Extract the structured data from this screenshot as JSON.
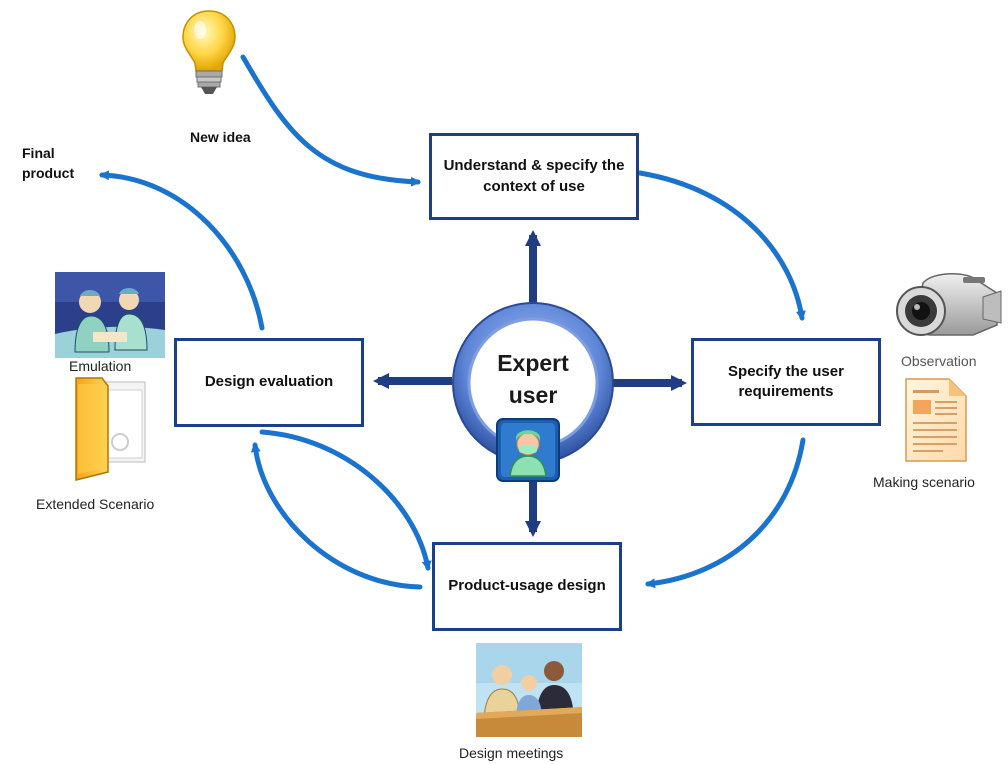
{
  "colors": {
    "flow_arrow": "#1a73cf",
    "spoke": "#1f3d80",
    "box_border": "#1c3f8a",
    "ring": "#5f86d8"
  },
  "center": {
    "line1": "Expert",
    "line2": "user",
    "icon": "surgeon-icon"
  },
  "boxes": {
    "context": "Understand & specify the context of use",
    "requirements": "Specify the user requirements",
    "usage_design": "Product-usage design",
    "evaluation": "Design evaluation"
  },
  "labels": {
    "new_idea": "New idea",
    "final_product": "Final product",
    "emulation": "Emulation",
    "extended_scenario": "Extended Scenario",
    "observation": "Observation",
    "making_scenario": "Making scenario",
    "design_meetings": "Design meetings"
  },
  "icons": {
    "lightbulb": "lightbulb-icon",
    "camcorder": "camcorder-icon",
    "document": "document-icon",
    "folder": "folder-icon",
    "emulation_picture": "surgery-picture-icon",
    "meeting_picture": "meeting-picture-icon"
  }
}
